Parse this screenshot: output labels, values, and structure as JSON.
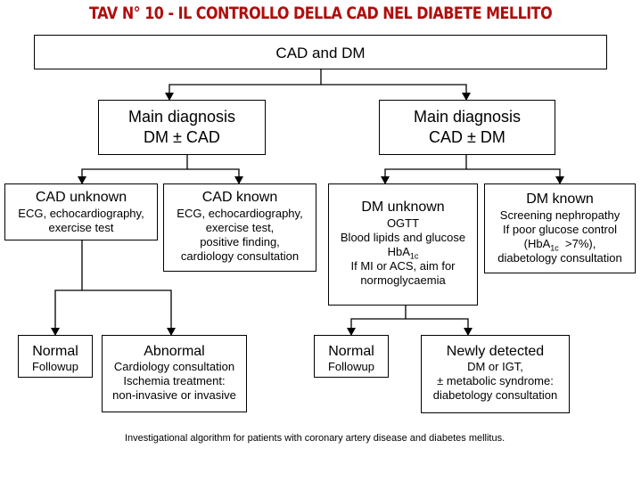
{
  "title": "TAV N° 10 - IL CONTROLLO DELLA CAD NEL DIABETE MELLITO",
  "root": {
    "label": "CAD and DM"
  },
  "branches": {
    "left": {
      "line1": "Main diagnosis",
      "line2": "DM ± CAD"
    },
    "right": {
      "line1": "Main diagnosis",
      "line2": "CAD ± DM"
    }
  },
  "nodes": {
    "cad_unknown": {
      "title": "CAD unknown",
      "lines": [
        "ECG, echocardiography,",
        "exercise test"
      ]
    },
    "cad_known": {
      "title": "CAD known",
      "lines": [
        "ECG, echocardiography,",
        "exercise test,",
        "positive finding,",
        "cardiology consultation"
      ]
    },
    "dm_unknown": {
      "title": "DM unknown",
      "lines": [
        "OGTT",
        "Blood lipids and glucose"
      ],
      "hba_prefix": "HbA",
      "hba_sub": "1c",
      "lines_after": [
        "If MI or ACS, aim for",
        "normoglycaemia"
      ]
    },
    "dm_known": {
      "title": "DM known",
      "line1": "Screening nephropathy",
      "line2": "If poor glucose control",
      "hba_prefix": "(HbA",
      "hba_sub": "1c",
      "hba_suffix": "  >7%),",
      "line4": "diabetology consultation"
    },
    "normal_left": {
      "title": "Normal",
      "line": "Followup"
    },
    "abnormal": {
      "title": "Abnormal",
      "lines": [
        "Cardiology consultation",
        "Ischemia treatment:",
        "non-invasive or invasive"
      ]
    },
    "normal_right": {
      "title": "Normal",
      "line": "Followup"
    },
    "newly_detected": {
      "title": "Newly detected",
      "lines": [
        "DM or IGT,",
        "± metabolic syndrome:",
        "diabetology consultation"
      ]
    }
  },
  "caption": "Investigational algorithm for patients with coronary artery disease and diabetes mellitus."
}
